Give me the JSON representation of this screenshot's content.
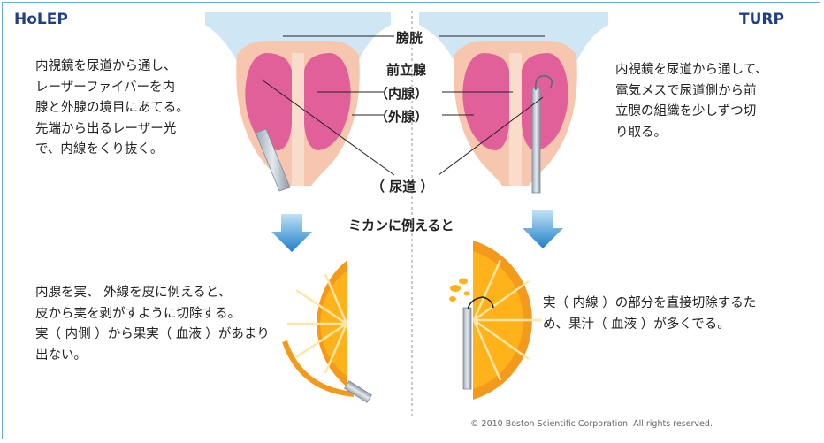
{
  "left": {
    "title": "HoLEP",
    "description": [
      "内視鏡を尿道から通し、",
      "レーザーファイバーを内",
      "腺と外腺の境目にあてる。",
      "先端から出るレーザー光",
      "で、内線をくり抜く。"
    ],
    "explanation": [
      "内腺を実、 外線を皮に例えると、",
      "皮から実を剥がすように切除する。",
      "実（ 内側 ）から果実（ 血液 ）があまり",
      "出ない。"
    ]
  },
  "right": {
    "title": "TURP",
    "description": [
      "内視鏡を尿道から通して、",
      "電気メスで尿道側から前",
      "立腺の組織を少しずつ切",
      "り取る。"
    ],
    "explanation": [
      "実（ 内線 ）の部分を直接切除するた",
      "め、果汁（ 血液 ）が多くでる。"
    ]
  },
  "labels": {
    "bladder": "膀胱",
    "prostate": "前立腺",
    "inner_gland": "（内腺）",
    "outer_gland": "（外腺）",
    "urethra": "（ 尿道 ）",
    "analogy": "ミカンに例えると"
  },
  "copyright": "© 2010 Boston Scientific Corporation. All rights reserved.",
  "colors": {
    "title": "#1f3f8a",
    "bladder": "#cfe6f4",
    "prostate_outer": "#f6c7ae",
    "prostate_inner": "#e2609a",
    "orange_fill": "#ffb21a",
    "orange_peel": "#f39a1c",
    "arrow": "#2f8fd0",
    "border": "#6fa8d0"
  }
}
